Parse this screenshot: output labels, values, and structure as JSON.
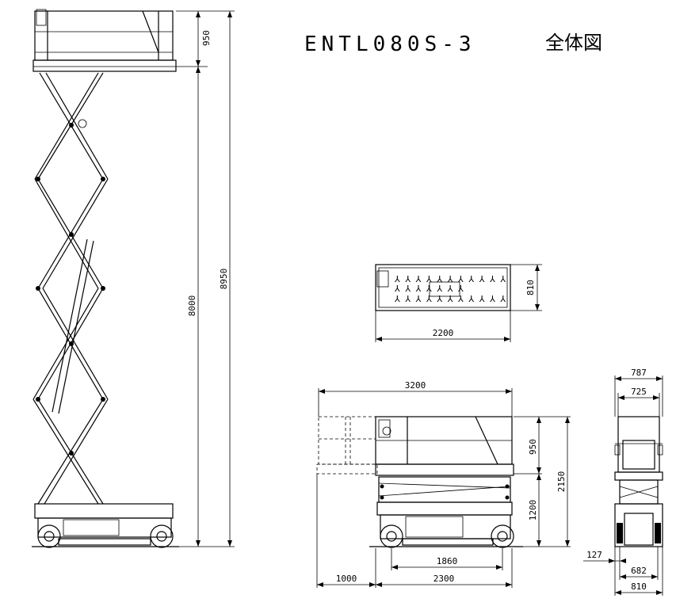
{
  "title": {
    "model": "ENTL080S-3",
    "suffix": "全体図"
  },
  "dimensions": {
    "side_rail_height": "950",
    "side_lift_height": "8000",
    "side_total_height": "8950",
    "top_width": "810",
    "top_length": "2200",
    "stow_extended_length": "3200",
    "stow_rail_height": "950",
    "stow_base_height": "1200",
    "stow_total_height": "2150",
    "wheelbase": "1860",
    "extension": "1000",
    "base_length": "2300",
    "front_outer_width": "787",
    "front_inner_width": "725",
    "front_wheel_offset": "127",
    "front_track": "682",
    "front_base_width": "810"
  }
}
